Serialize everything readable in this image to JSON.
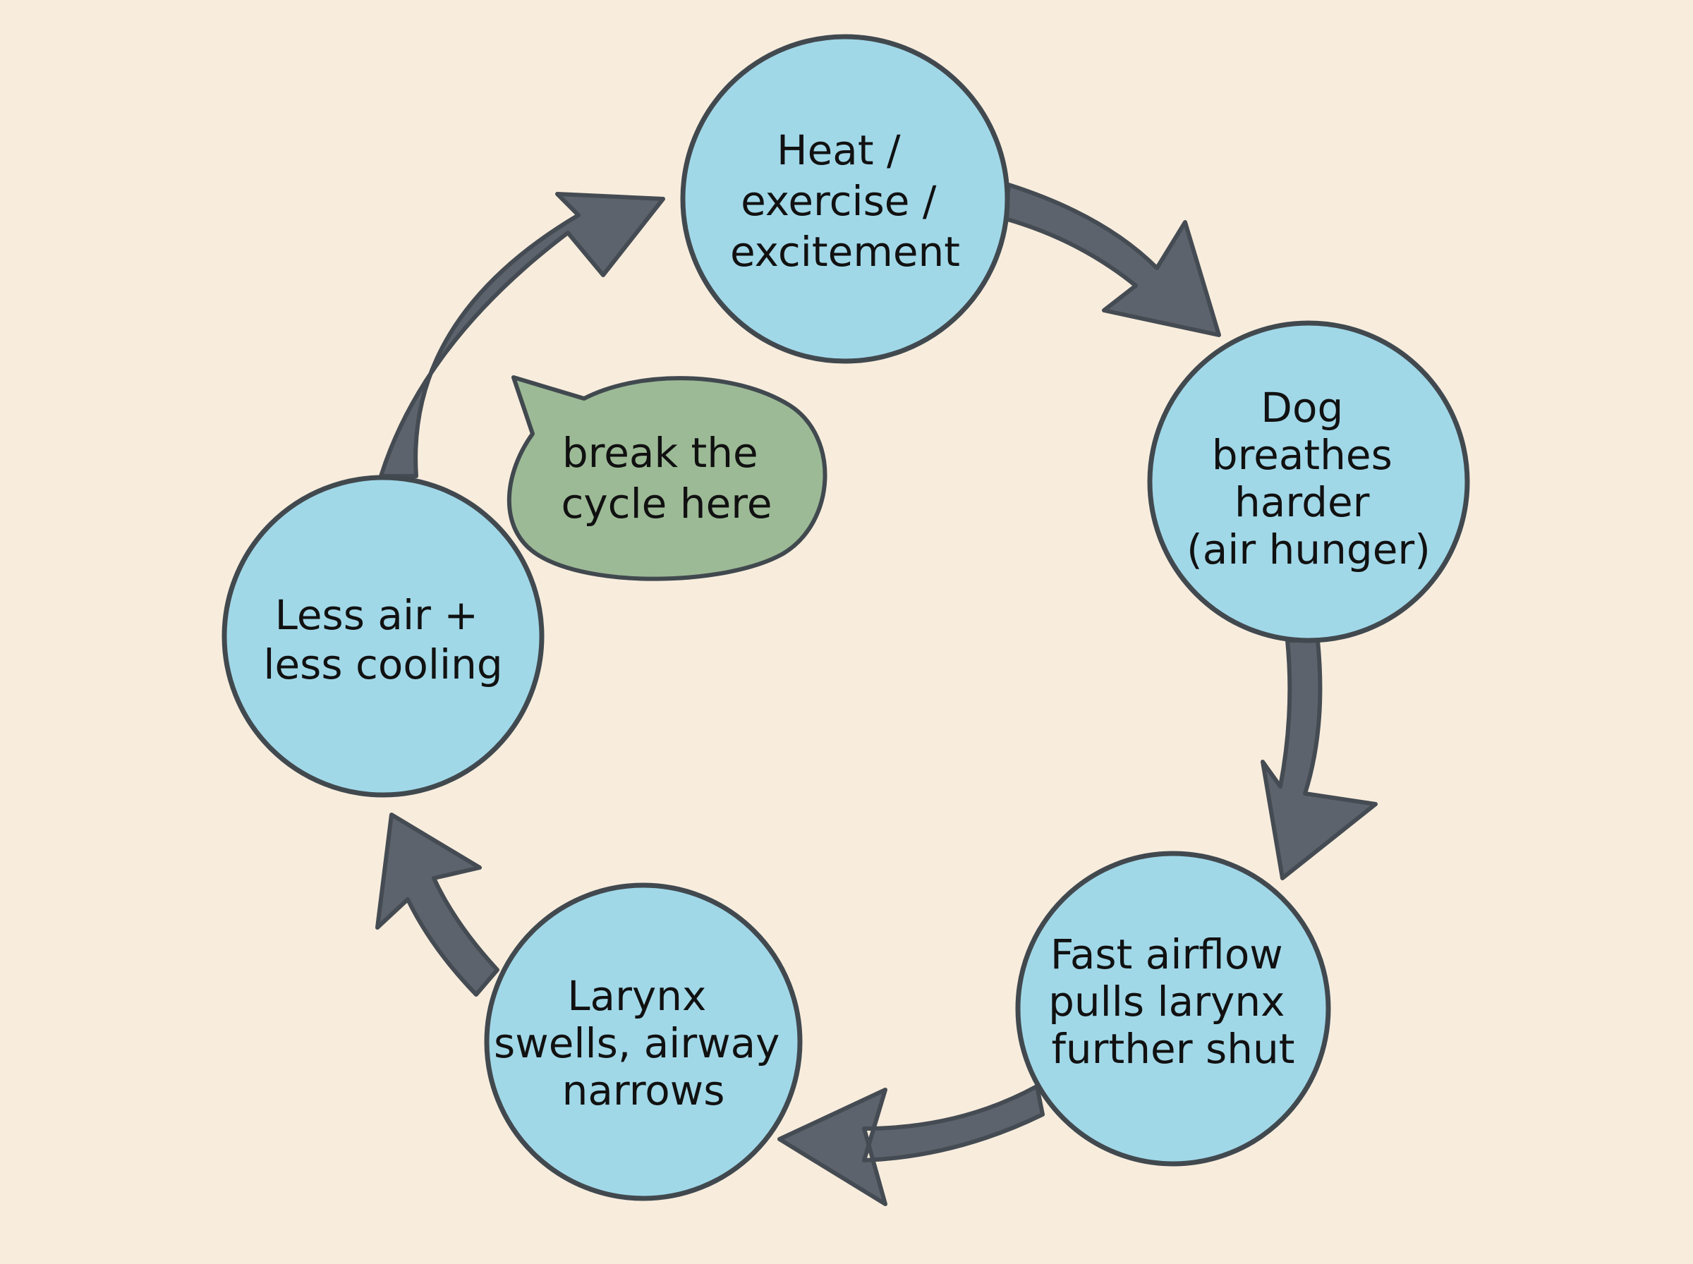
{
  "diagram": {
    "nodes": [
      {
        "id": "heat",
        "lines": [
          "Heat /",
          "exercise /",
          "excitement"
        ]
      },
      {
        "id": "breathes",
        "lines": [
          "Dog",
          "breathes",
          "harder",
          "(air hunger)"
        ]
      },
      {
        "id": "airflow",
        "lines": [
          "Fast airflow",
          "pulls larynx",
          "further shut"
        ]
      },
      {
        "id": "larynx",
        "lines": [
          "Larynx",
          "swells, airway",
          "narrows"
        ]
      },
      {
        "id": "less-air",
        "lines": [
          "Less air +",
          "less cooling"
        ]
      }
    ],
    "callout": {
      "lines": [
        "break the",
        "cycle here"
      ]
    },
    "colors": {
      "background": "#f8eddd",
      "node_fill": "#a1d8e8",
      "node_stroke": "#41494f",
      "arrow_fill": "#5d636c",
      "callout_fill": "#9cba96"
    }
  }
}
